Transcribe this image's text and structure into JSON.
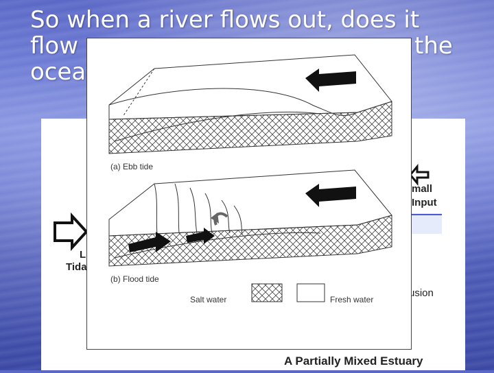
{
  "slide": {
    "title": "So when a river flows out, does it flow the ocea"
  },
  "title_fragments": {
    "line1": "So when a river flows out, does it",
    "line2_left": "flow",
    "line2_right": "the",
    "line3": "ocea"
  },
  "back_figure": {
    "label_tidal_l": "L",
    "label_tidal": "Tida",
    "label_small": "mall",
    "label_input": "Input",
    "label_usion": "usion",
    "caption": "A Partially Mixed Estuary"
  },
  "front_figure": {
    "caption_a": "(a) Ebb tide",
    "caption_b": "(b) Flood tide",
    "legend_salt": "Salt water",
    "legend_fresh": "Fresh water"
  },
  "colors": {
    "background": "#5a67c6",
    "title_text": "#ffffff",
    "arrow_fill": "#111111"
  }
}
